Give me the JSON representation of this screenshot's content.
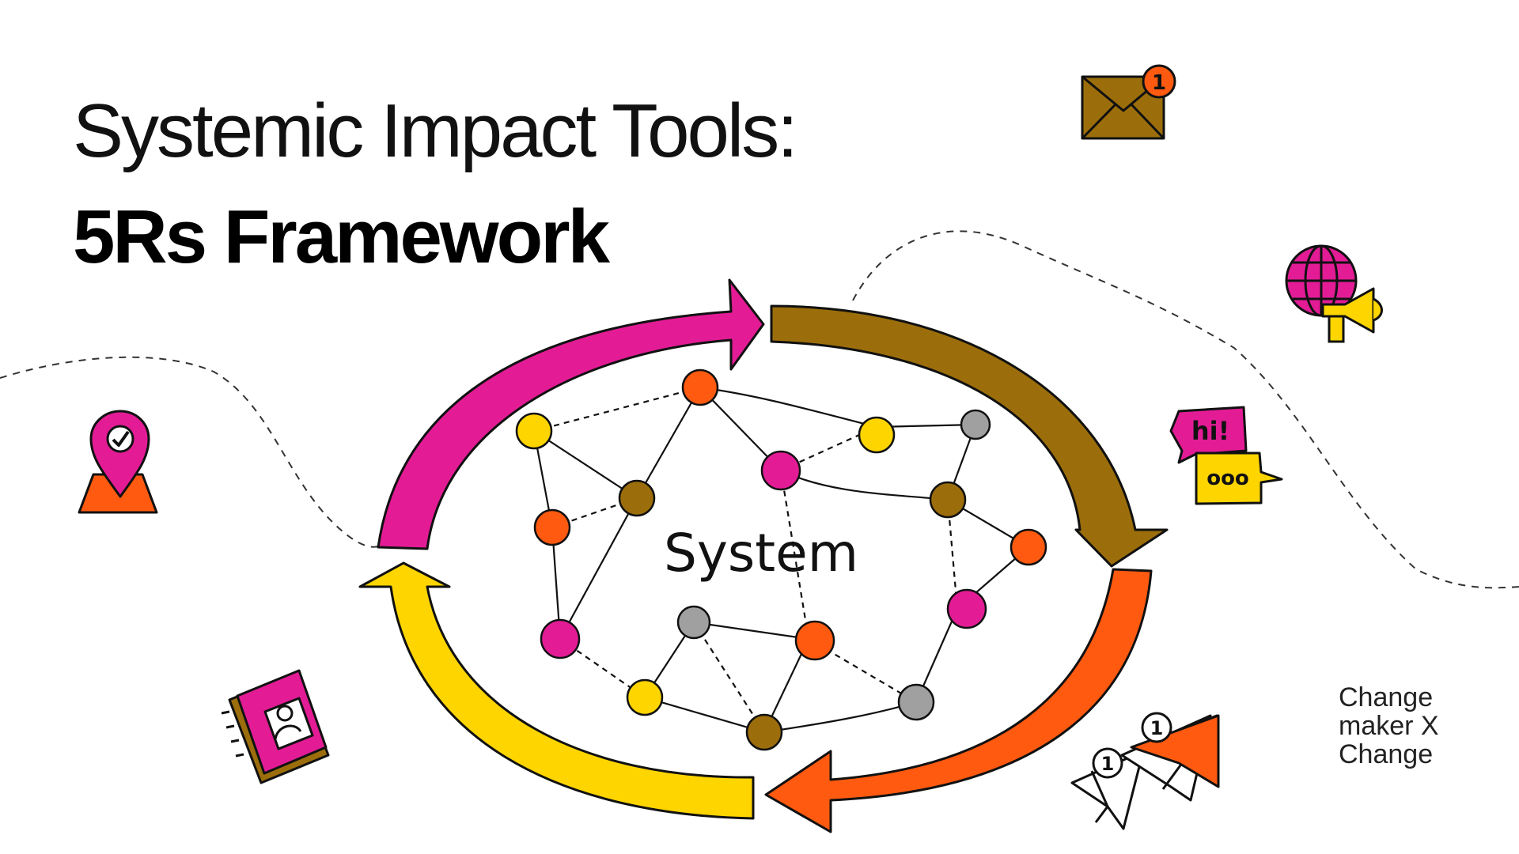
{
  "title": "Systemic Impact Tools:",
  "subtitle": "5Rs Framework",
  "center_label": "System",
  "brand": {
    "line1": "Change",
    "line2": "maker",
    "mark": "X",
    "line3": "Change"
  },
  "icons": {
    "mail_badge": "1",
    "chat_greeting": "hi!",
    "chat_dots": "ooo",
    "plane_badge_1": "1",
    "plane_badge_2": "1"
  },
  "colors": {
    "magenta": "#E31C96",
    "brown": "#9C6E0B",
    "orange": "#FF5A10",
    "yellow": "#FFD500",
    "gray": "#A0A0A0",
    "ink": "#111111"
  }
}
